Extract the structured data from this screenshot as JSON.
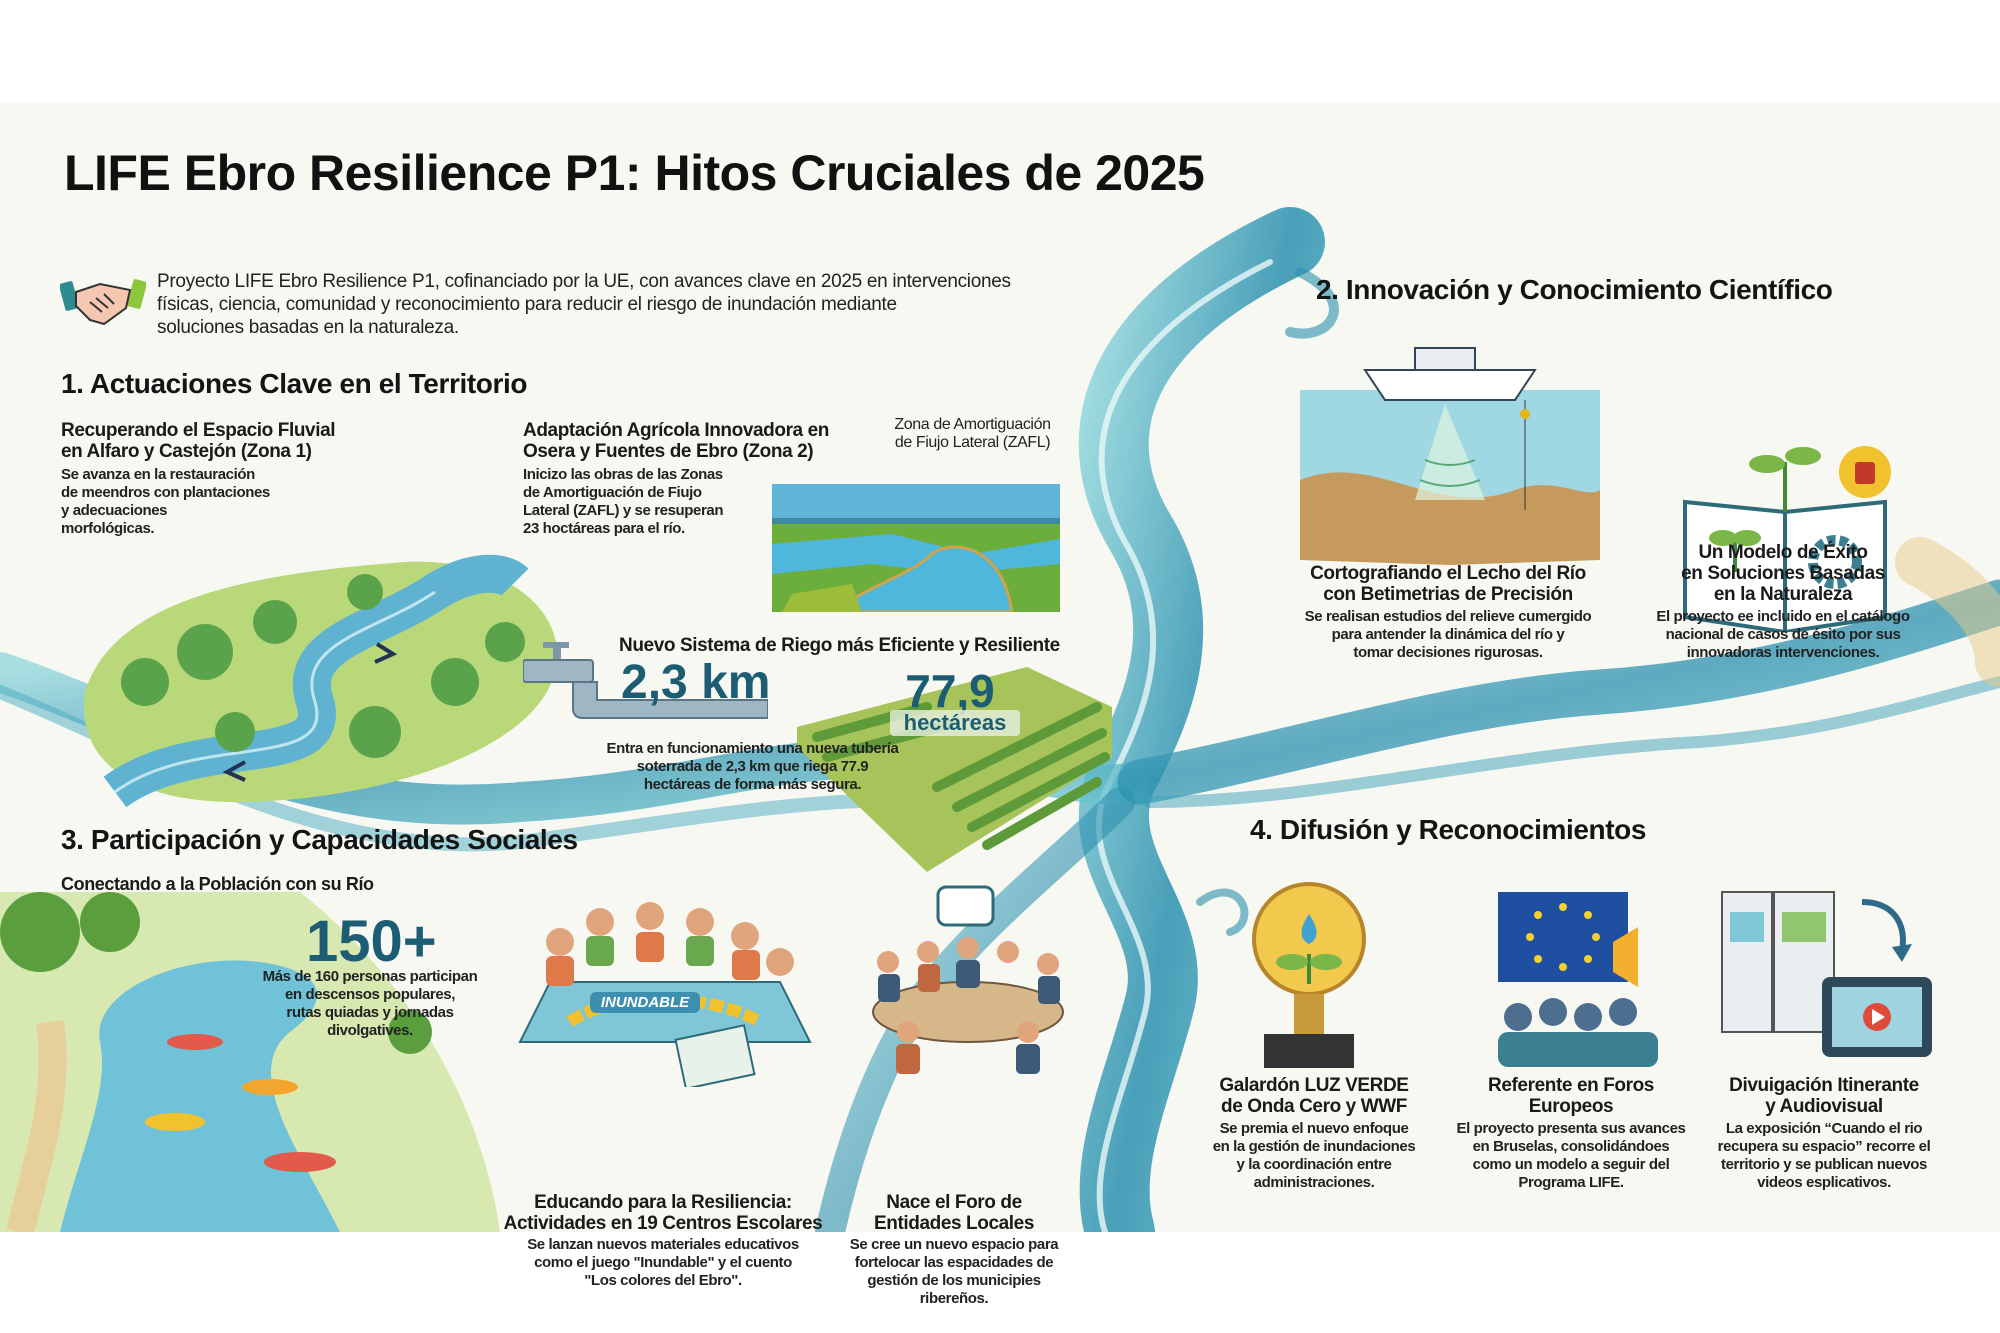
{
  "title": "LIFE Ebro Resilience P1: Hitos Cruciales de 2025",
  "intro": {
    "icon": "handshake-icon",
    "lines": [
      "Proyecto LIFE Ebro Resilience P1, cofinanciado por la UE, con avances clave en 2025 en intervenciones",
      "físicas, ciencia, comunidad y reconocimiento para reducir el riesgo de inundación mediante",
      "soluciones basadas en la naturaleza."
    ]
  },
  "section1": {
    "heading": "1. Actuaciones Clave en el Territorio",
    "zona1": {
      "title": [
        "Recuperando el Espacio Fluvial",
        "en Alfaro y Castejón (Zona 1)"
      ],
      "text": [
        "Se avanza en la restauración",
        "de meendros con plantaciones",
        "y adecuaciones",
        "morfológicas."
      ]
    },
    "zona2": {
      "title": [
        "Adaptación Agrícola Innovadora en",
        "Osera y Fuentes de Ebro (Zona 2)"
      ],
      "text": [
        "Inicizo las obras de las Zonas",
        "de Amortiguación de Fiujo",
        "Lateral (ZAFL) y se resuperan",
        "23 hoctáreas para el río."
      ]
    },
    "zafl_label": [
      "Zona de Amortiguación",
      "de Fiujo Lateral (ZAFL)"
    ],
    "riego": {
      "title": "Nuevo Sistema de Riego más Eficiente y Resiliente",
      "km": "2,3 km",
      "hectares_value": "77,9",
      "hectares_unit": "hectáreas",
      "text": [
        "Entra en funcionamiento una nueva tubería",
        "soterrada de 2,3 km que riega 77.9",
        "hectáreas de forma más segura."
      ]
    }
  },
  "section2": {
    "heading": "2. Innovación y Conocimiento Científico",
    "cards": [
      {
        "title": [
          "Cortografiando el Lecho del Río",
          "con Betimetrias de Precisión"
        ],
        "text": [
          "Se realisan estudios del relieve cumergido",
          "para antender la dinámica del río y",
          "tomar decisiones rigurosas."
        ]
      },
      {
        "title": [
          "Un Modelo de Éxito",
          "en Soluciones Basadas",
          "en la Naturaleza"
        ],
        "text": [
          "El proyecto ee incluido en el catálogo",
          "nacional de casos de ésito por sus",
          "innovadoras intervenciones."
        ]
      }
    ]
  },
  "section3": {
    "heading": "3. Participación y Capacidades Sociales",
    "subheading": "Conectando a la Población con su Río",
    "stat": "150+",
    "stat_text": [
      "Más de 160 personas participan",
      "en descensos populares,",
      "rutas quiadas y jornadas",
      "divolgatives."
    ],
    "board_label": "INUNDABLE",
    "cards": [
      {
        "title": [
          "Educando para la Resiliencia:",
          "Actividades en 19 Centros Escolares"
        ],
        "text": [
          "Se lanzan nuevos materiales educativos",
          "como el juego \"Inundable\" y el cuento",
          "\"Los colores del Ebro\"."
        ]
      },
      {
        "title": [
          "Nace el Foro de",
          "Entidades Locales"
        ],
        "text": [
          "Se cree un nuevo espacio para",
          "fortelocar las espacidades de",
          "gestión de los municipies",
          "ribereños."
        ]
      }
    ]
  },
  "section4": {
    "heading": "4. Difusión y Reconocimientos",
    "cards": [
      {
        "title": [
          "Galardón LUZ VERDE",
          "de Onda Cero y WWF"
        ],
        "text": [
          "Se premia el nuevo enfoque",
          "en la gestión de inundaciones",
          "y la coordinación entre",
          "administraciones."
        ]
      },
      {
        "title": [
          "Referente en Foros",
          "Europeos"
        ],
        "text": [
          "El proyecto presenta sus avances",
          "en Bruselas, consolidándoes",
          "como un modelo a seguir del",
          "Programa LIFE."
        ]
      },
      {
        "title": [
          "Divuigación Itinerante",
          "y Audiovisual"
        ],
        "text": [
          "La exposición “Cuando el rio",
          "recupera su espacio” recorre el",
          "territorio y se publican nuevos",
          "videos esplicativos."
        ]
      }
    ]
  },
  "colors": {
    "river_dark": "#1f7f9a",
    "river_light": "#7fd0d8",
    "stat_teal": "#1d5d73",
    "green": "#7ab648"
  }
}
